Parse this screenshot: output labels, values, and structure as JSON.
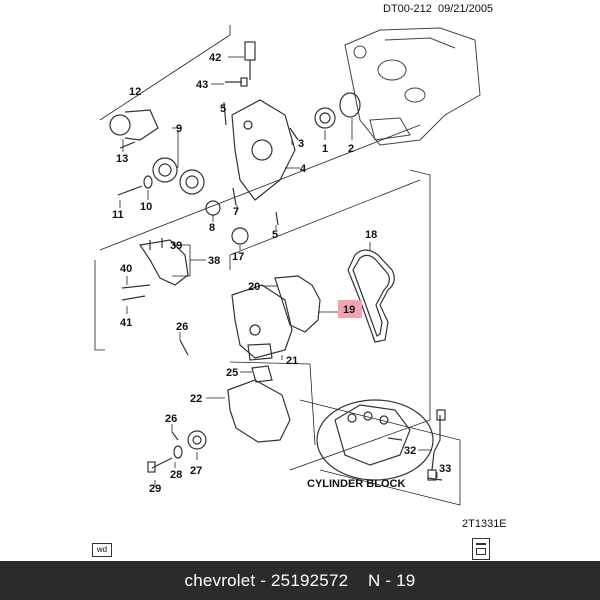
{
  "header": {
    "code": "DT00-212",
    "date": "09/21/2005"
  },
  "figure_code": "2T1331E",
  "inset_label": "CYLINDER BLOCK",
  "highlight_color": "#f4a3b1",
  "callouts": [
    "1",
    "2",
    "3",
    "4",
    "5",
    "5",
    "7",
    "8",
    "9",
    "10",
    "11",
    "12",
    "13",
    "17",
    "18",
    "19",
    "20",
    "21",
    "22",
    "25",
    "26",
    "26",
    "27",
    "28",
    "29",
    "32",
    "33",
    "38",
    "39",
    "40",
    "41",
    "42",
    "43"
  ],
  "small_icon_text": "wd",
  "caption": "chevrolet - 25192572    N - 19"
}
